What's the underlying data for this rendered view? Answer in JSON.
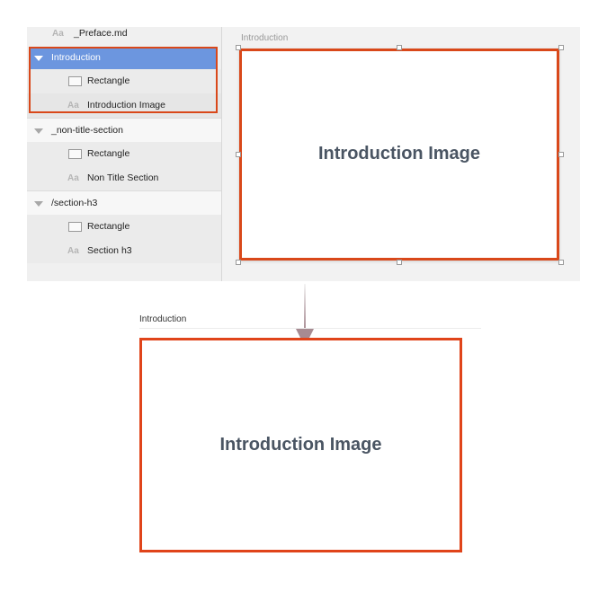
{
  "layers": {
    "preface": {
      "type_icon": "Aa",
      "label": "_Preface.md"
    },
    "introduction": {
      "label": "Introduction",
      "selected": true
    },
    "intro_rect": {
      "label": "Rectangle"
    },
    "intro_image": {
      "type_icon": "Aa",
      "label": "Introduction Image"
    },
    "non_title": {
      "label": "_non-title-section"
    },
    "non_title_rect": {
      "label": "Rectangle"
    },
    "non_title_text": {
      "type_icon": "Aa",
      "label": "Non Title Section"
    },
    "section_h3": {
      "label": "/section-h3"
    },
    "section_h3_rect": {
      "label": "Rectangle"
    },
    "section_h3_text": {
      "type_icon": "Aa",
      "label": "Section h3"
    }
  },
  "canvas": {
    "artboard_label": "Introduction",
    "artboard_text": "Introduction Image"
  },
  "preview": {
    "label": "Introduction",
    "title": "Introduction Image"
  },
  "colors": {
    "highlight": "#d9481a",
    "selection": "#6c96df",
    "heading_text": "#4a5563"
  }
}
